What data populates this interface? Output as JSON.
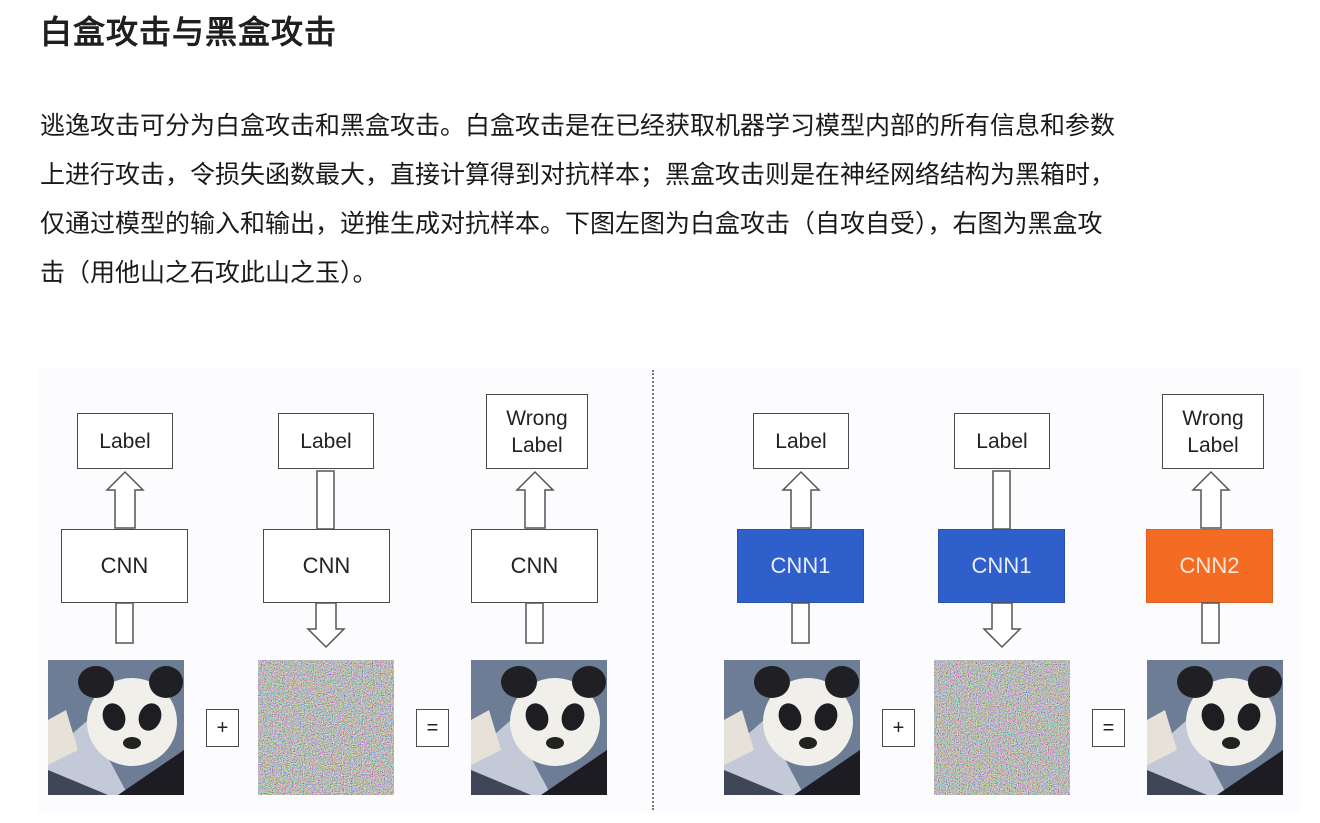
{
  "heading": "白盒攻击与黑盒攻击",
  "paragraph": [
    "逃逸攻击可分为白盒攻击和黑盒攻击。白盒攻击是在已经获取机器学习模型内部的所有信息和参数",
    "上进行攻击，令损失函数最大，直接计算得到对抗样本；黑盒攻击则是在神经网络结构为黑箱时，",
    "仅通过模型的输入和输出，逆推生成对抗样本。下图左图为白盒攻击（自攻自受），右图为黑盒攻",
    "击（用他山之石攻此山之玉）。"
  ],
  "figure": {
    "left": {
      "columns": [
        {
          "label": "Label",
          "model": "CNN",
          "flow": "up",
          "image": "panda-image"
        },
        {
          "label": "Label",
          "model": "CNN",
          "flow": "down",
          "image": "noise-image"
        },
        {
          "label": "Wrong\nLabel",
          "model": "CNN",
          "flow": "up",
          "image": "panda-image"
        }
      ],
      "ops": [
        "+",
        "="
      ]
    },
    "right": {
      "columns": [
        {
          "label": "Label",
          "model": "CNN1",
          "flow": "up",
          "image": "panda-image",
          "color": "#2f5fcb"
        },
        {
          "label": "Label",
          "model": "CNN1",
          "flow": "down",
          "image": "noise-image",
          "color": "#2f5fcb"
        },
        {
          "label": "Wrong\nLabel",
          "model": "CNN2",
          "flow": "up",
          "image": "panda-image",
          "color": "#f46b24"
        }
      ],
      "ops": [
        "+",
        "="
      ]
    }
  }
}
